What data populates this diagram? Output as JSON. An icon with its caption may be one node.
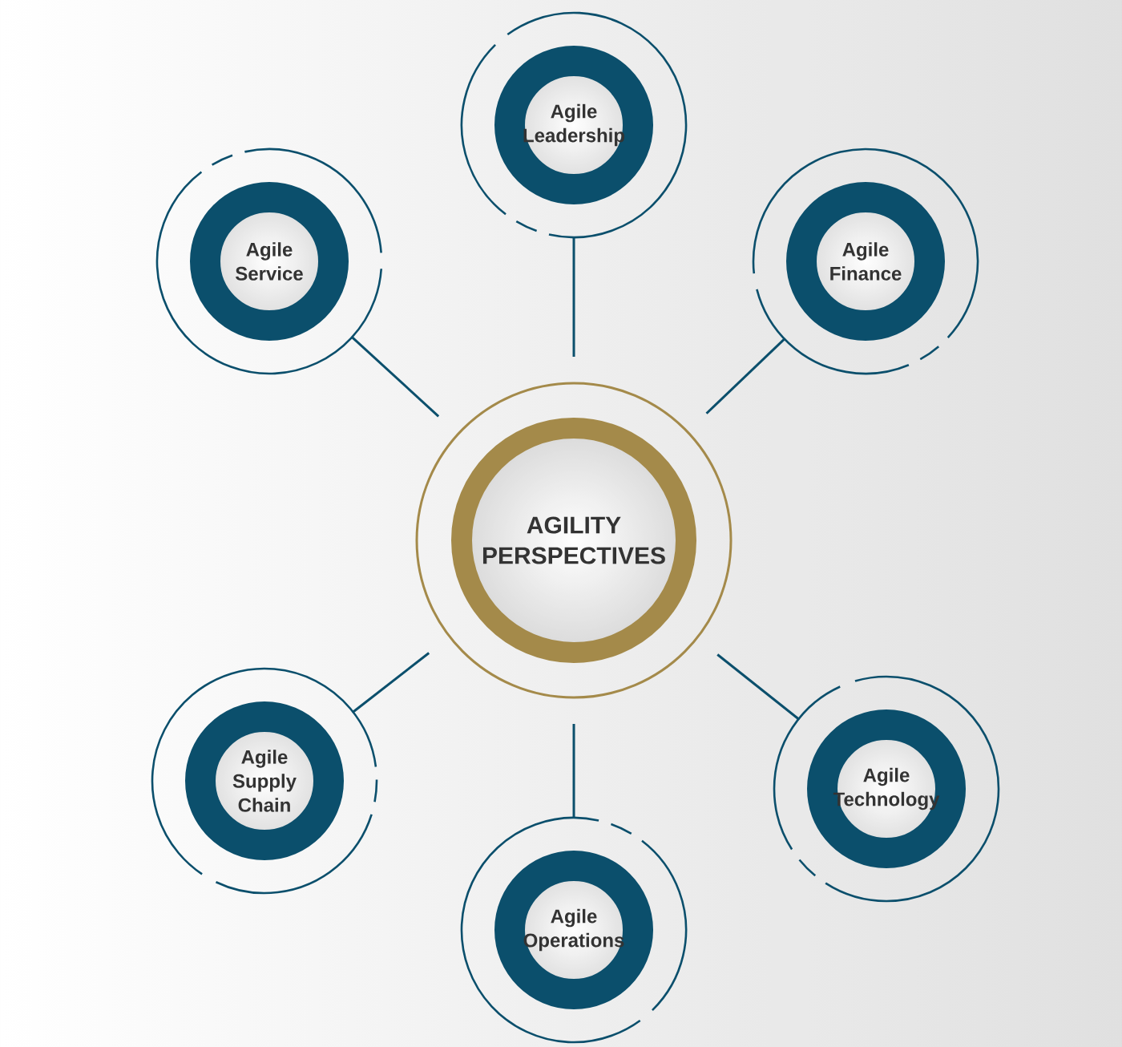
{
  "diagram": {
    "nodes": [
      {
        "text": [
          "AGILITY PERSPECTIVES"
        ]
      },
      {
        "text": [
          "Agile Leadership"
        ]
      },
      {
        "text": [
          "Agile Finance"
        ]
      },
      {
        "text": [
          "Agile Technology"
        ]
      },
      {
        "text": [
          "Agile Operations"
        ]
      },
      {
        "text": [
          "Agile Supply Chain"
        ]
      },
      {
        "text": [
          "Agile Service"
        ]
      }
    ],
    "edges": [
      {
        "from": 0,
        "to": 1,
        "arrow": "none"
      },
      {
        "from": 0,
        "to": 2,
        "arrow": "none"
      },
      {
        "from": 0,
        "to": 3,
        "arrow": "none"
      },
      {
        "from": 0,
        "to": 4,
        "arrow": "none"
      },
      {
        "from": 0,
        "to": 5,
        "arrow": "none"
      },
      {
        "from": 0,
        "to": 6,
        "arrow": "none"
      }
    ]
  }
}
